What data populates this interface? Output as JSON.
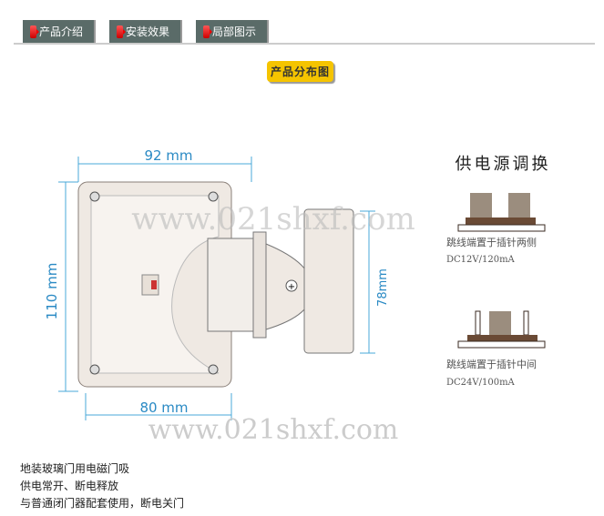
{
  "tabs": [
    "产品介绍",
    "安装效果",
    "局部图示"
  ],
  "section_button": "产品分布图",
  "diagram": {
    "width": "92 mm",
    "height": "110 mm",
    "bottom_width": "80 mm",
    "side_height": "78mm",
    "watermark": "www.021shxf.com"
  },
  "power": {
    "title": "供电源调换",
    "opt1_label": "跳线端置于插针两侧",
    "opt1_spec": "DC12V/120mA",
    "opt2_label": "跳线端置于插针中间",
    "opt2_spec": "DC24V/100mA"
  },
  "description": [
    "地装玻璃门用电磁门吸",
    "供电常开、断电释放",
    "与普通闭门器配套使用，断电关门"
  ]
}
